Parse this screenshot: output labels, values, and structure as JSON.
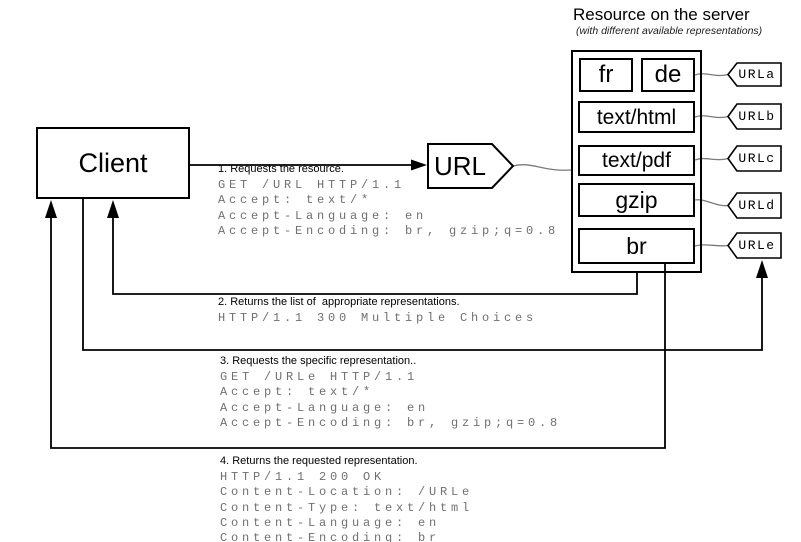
{
  "title": {
    "heading": "Resource on the server",
    "subtitle": "(with different available representations)"
  },
  "client": {
    "label": "Client"
  },
  "url_node": {
    "label": "URL"
  },
  "representations": [
    "fr",
    "de",
    "text/html",
    "text/pdf",
    "gzip",
    "br"
  ],
  "url_tags": [
    "URLa",
    "URLb",
    "URLc",
    "URLd",
    "URLe"
  ],
  "steps": [
    {
      "label": "1. Requests the resource.",
      "lines": [
        "GET /URL HTTP/1.1",
        "Accept: text/*",
        "Accept-Language: en",
        "Accept-Encoding: br, gzip;q=0.8"
      ]
    },
    {
      "label": "2. Returns the list of  appropriate representations.",
      "lines": [
        "HTTP/1.1 300 Multiple Choices"
      ]
    },
    {
      "label": "3. Requests the specific representation..",
      "lines": [
        "GET /URLe HTTP/1.1",
        "Accept: text/*",
        "Accept-Language: en",
        "Accept-Encoding: br, gzip;q=0.8"
      ]
    },
    {
      "label": "4. Returns the requested representation.",
      "lines": [
        "HTTP/1.1 200 OK",
        "Content-Location: /URLe",
        "Content-Type: text/html",
        "Content-Language: en",
        "Content-Encoding: br"
      ]
    }
  ],
  "colors": {
    "background": "#ffffff",
    "stroke": "#000000",
    "mono_text": "#707070",
    "connector": "#7a7a7a"
  }
}
